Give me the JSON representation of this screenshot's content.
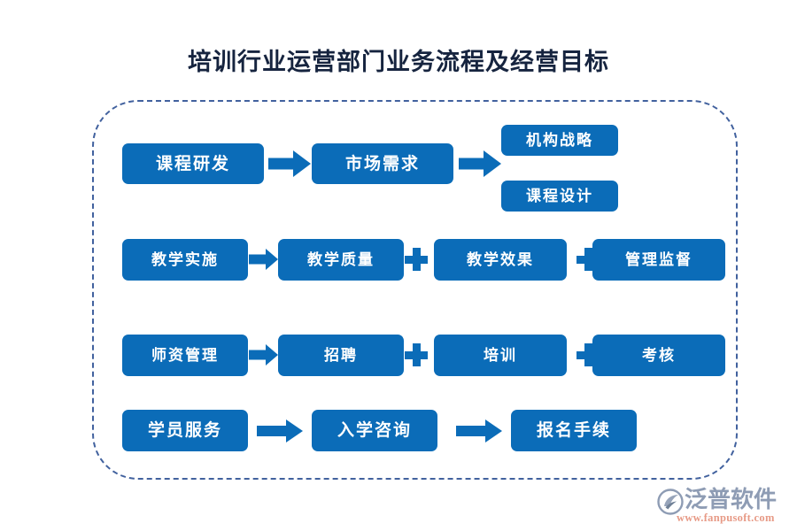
{
  "title": "培训行业运营部门业务流程及经营目标",
  "theme": {
    "node_fill": "#0b6cb8",
    "node_text": "#ffffff",
    "title_color": "#16243f",
    "container_border": "#41619e",
    "watermark_brand_color": "#8e9cb4",
    "watermark_url_color": "#e79a86",
    "background": "#ffffff"
  },
  "chart_data": {
    "type": "diagram",
    "title": "培训行业运营部门业务流程及经营目标",
    "rows": [
      {
        "id": "row-1",
        "nodes": [
          "课程研发",
          "市场需求",
          "机构战略",
          "课程设计"
        ],
        "connectors": [
          "arrow",
          "arrow-branch"
        ]
      },
      {
        "id": "row-2",
        "nodes": [
          "教学实施",
          "教学质量",
          "教学效果",
          "管理监督"
        ],
        "connectors": [
          "arrow",
          "plus",
          "plus"
        ]
      },
      {
        "id": "row-3",
        "nodes": [
          "师资管理",
          "招聘",
          "培训",
          "考核"
        ],
        "connectors": [
          "arrow",
          "plus",
          "plus"
        ]
      },
      {
        "id": "row-4",
        "nodes": [
          "学员服务",
          "入学咨询",
          "报名手续"
        ],
        "connectors": [
          "arrow",
          "arrow"
        ]
      }
    ]
  },
  "flow": {
    "row1": {
      "node1": "课程研发",
      "node2": "市场需求",
      "node3": "机构战略",
      "node4": "课程设计"
    },
    "row2": {
      "node1": "教学实施",
      "node2": "教学质量",
      "node3": "教学效果",
      "node4": "管理监督",
      "plus1": "+",
      "plus2": "+"
    },
    "row3": {
      "node1": "师资管理",
      "node2": "招聘",
      "node3": "培训",
      "node4": "考核",
      "plus1": "+",
      "plus2": "+"
    },
    "row4": {
      "node1": "学员服务",
      "node2": "入学咨询",
      "node3": "报名手续"
    }
  },
  "watermark": {
    "brand": "泛普软件",
    "url": "www.fanpusoft.com"
  }
}
